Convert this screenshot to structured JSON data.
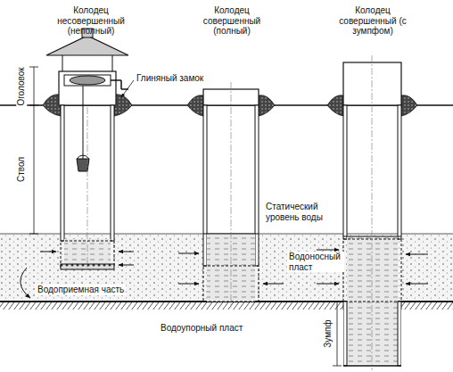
{
  "diagram": {
    "labels": [
      "Колодец несовершенный (неполный)",
      "Колодец совершенный (полный)",
      "Колодец совершенный (с зумпфом)",
      "Оголовок",
      "Глиняный замок",
      "Ствол",
      "Статический уровень воды",
      "Водоносный пласт",
      "Водоприемная часть",
      "Водоупорный пласт",
      "Зумпф"
    ]
  }
}
